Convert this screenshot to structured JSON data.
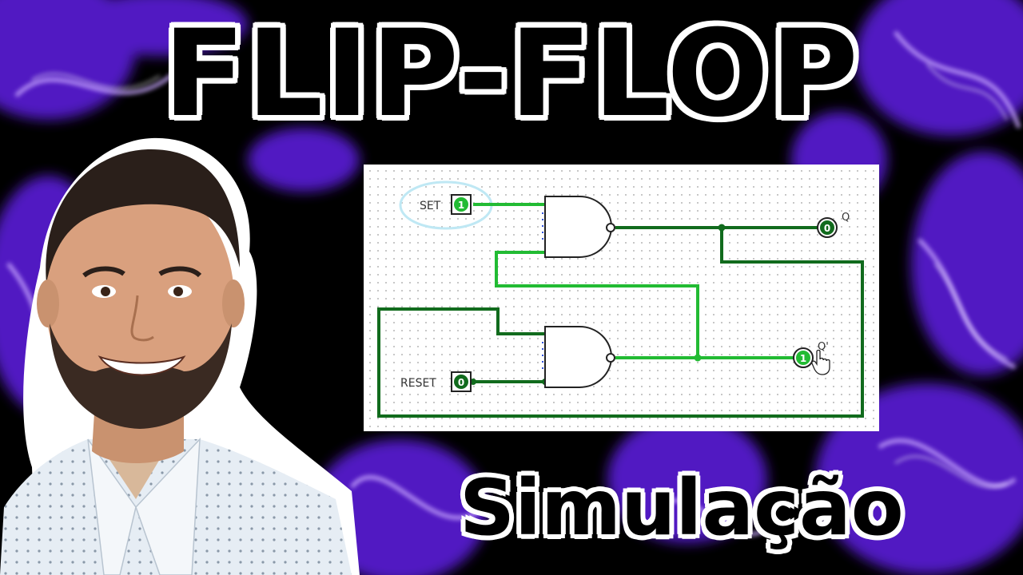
{
  "title": "FLIP-FLOP",
  "subtitle": "Simulação",
  "circuit": {
    "set_label": "SET",
    "reset_label": "RESET",
    "q_label": "Q",
    "q_not_label": "Q'",
    "set_value": "1",
    "reset_value": "0",
    "q_value": "0",
    "q_not_value": "1",
    "wire_active_color": "#22bb33",
    "wire_inactive_color": "#116b1d"
  },
  "colors": {
    "background": "#000000",
    "glow": "#7a3cff",
    "text_fill": "#000000",
    "text_outline": "#ffffff"
  }
}
